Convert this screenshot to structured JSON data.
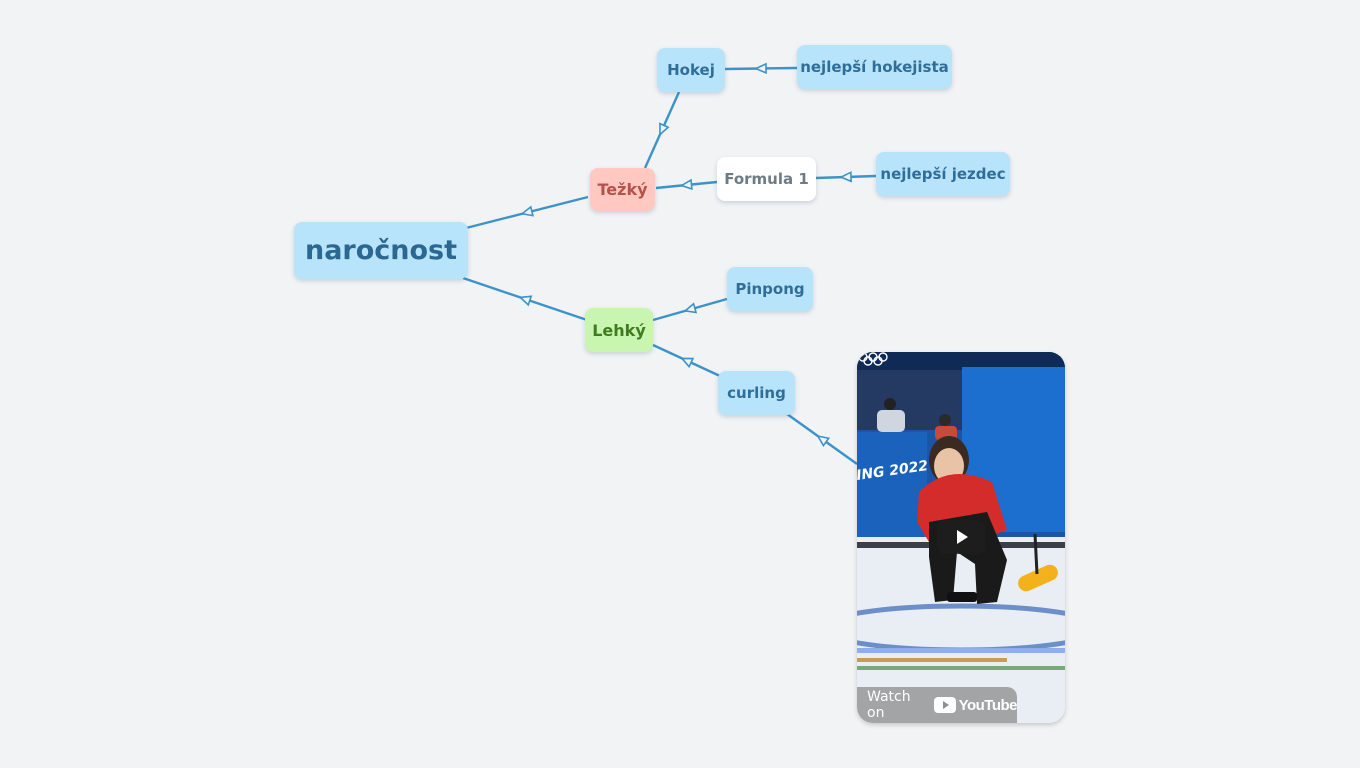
{
  "mindmap": {
    "root": "naročnost",
    "branches": {
      "tezky": {
        "label": "Težký",
        "children": {
          "hokej": {
            "label": "Hokej",
            "child": "nejlepší hokejista"
          },
          "formula": {
            "label": "Formula 1",
            "child": "nejlepší jezdec"
          }
        }
      },
      "lehky": {
        "label": "Lehký",
        "children": {
          "pinpong": {
            "label": "Pinpong"
          },
          "curling": {
            "label": "curling"
          }
        }
      }
    }
  },
  "video": {
    "watch_label": "Watch on",
    "platform": "YouTube",
    "overlay_text": "ING 2022"
  },
  "colors": {
    "background": "#f1f3f5",
    "edge": "#3b93c9",
    "node_blue": "#b8e4fb",
    "node_red": "#ffc9c1",
    "node_green": "#c8f5b0",
    "node_white": "#ffffff"
  }
}
